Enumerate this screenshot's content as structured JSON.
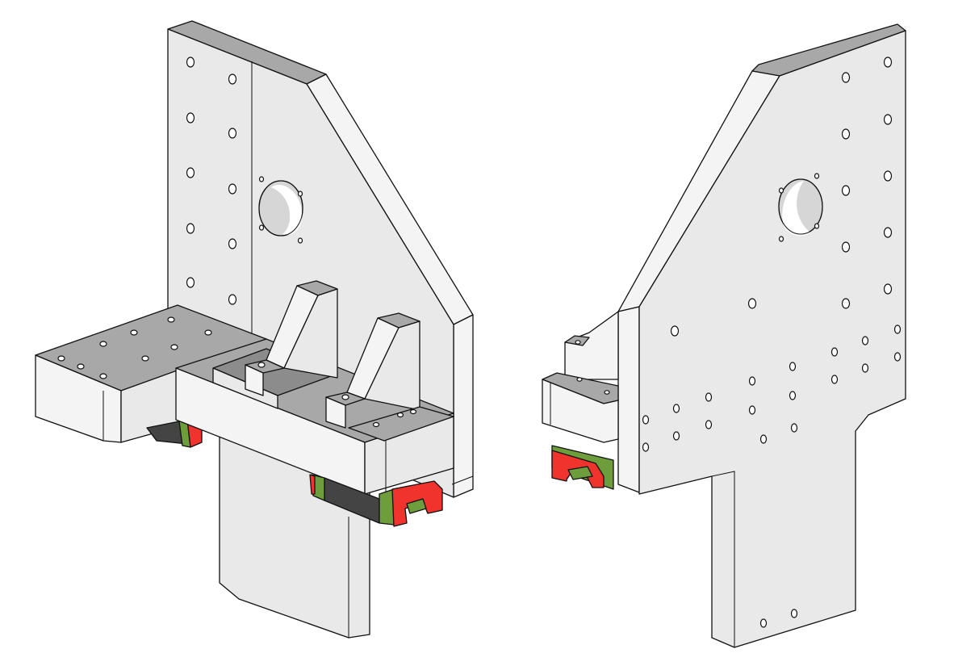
{
  "scene": {
    "colors": {
      "background": "#ffffff",
      "plate_face": "#e9e9e9",
      "plate_front": "#f4f4f4",
      "plate_top": "#a8a8a8",
      "plate_dark_top": "#8c8c8c",
      "edge_line": "#111111",
      "rail_red": "#f0332d",
      "rail_green": "#6e9e3b",
      "rail_dark": "#444444"
    },
    "icons": {
      "left_part": "gantry-plate-front-view",
      "right_part": "gantry-plate-rear-view",
      "rail_block": "linear-rail-carriage"
    }
  }
}
